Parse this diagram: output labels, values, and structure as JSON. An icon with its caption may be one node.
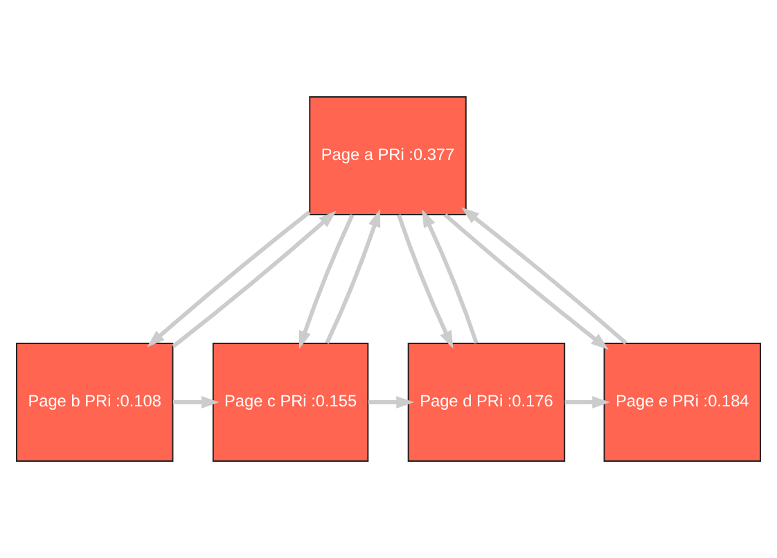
{
  "diagram": {
    "nodes": [
      {
        "text": [
          "Page a PRi :0.377"
        ]
      },
      {
        "text": [
          "Page b PRi :0.108"
        ]
      },
      {
        "text": [
          "Page c PRi :0.155"
        ]
      },
      {
        "text": [
          "Page d PRi :0.176"
        ]
      },
      {
        "text": [
          "Page e PRi :0.184"
        ]
      }
    ],
    "edges": [
      {
        "from": 1,
        "to": 0,
        "arrow": "to"
      },
      {
        "from": 0,
        "to": 1,
        "arrow": "to"
      },
      {
        "from": 0,
        "to": 2,
        "arrow": "to"
      },
      {
        "from": 2,
        "to": 0,
        "arrow": "to"
      },
      {
        "from": 0,
        "to": 3,
        "arrow": "to"
      },
      {
        "from": 3,
        "to": 0,
        "arrow": "to"
      },
      {
        "from": 0,
        "to": 4,
        "arrow": "to"
      },
      {
        "from": 4,
        "to": 0,
        "arrow": "to"
      },
      {
        "from": 1,
        "to": 2,
        "arrow": "to"
      },
      {
        "from": 2,
        "to": 3,
        "arrow": "to"
      },
      {
        "from": 3,
        "to": 4,
        "arrow": "to"
      }
    ]
  }
}
